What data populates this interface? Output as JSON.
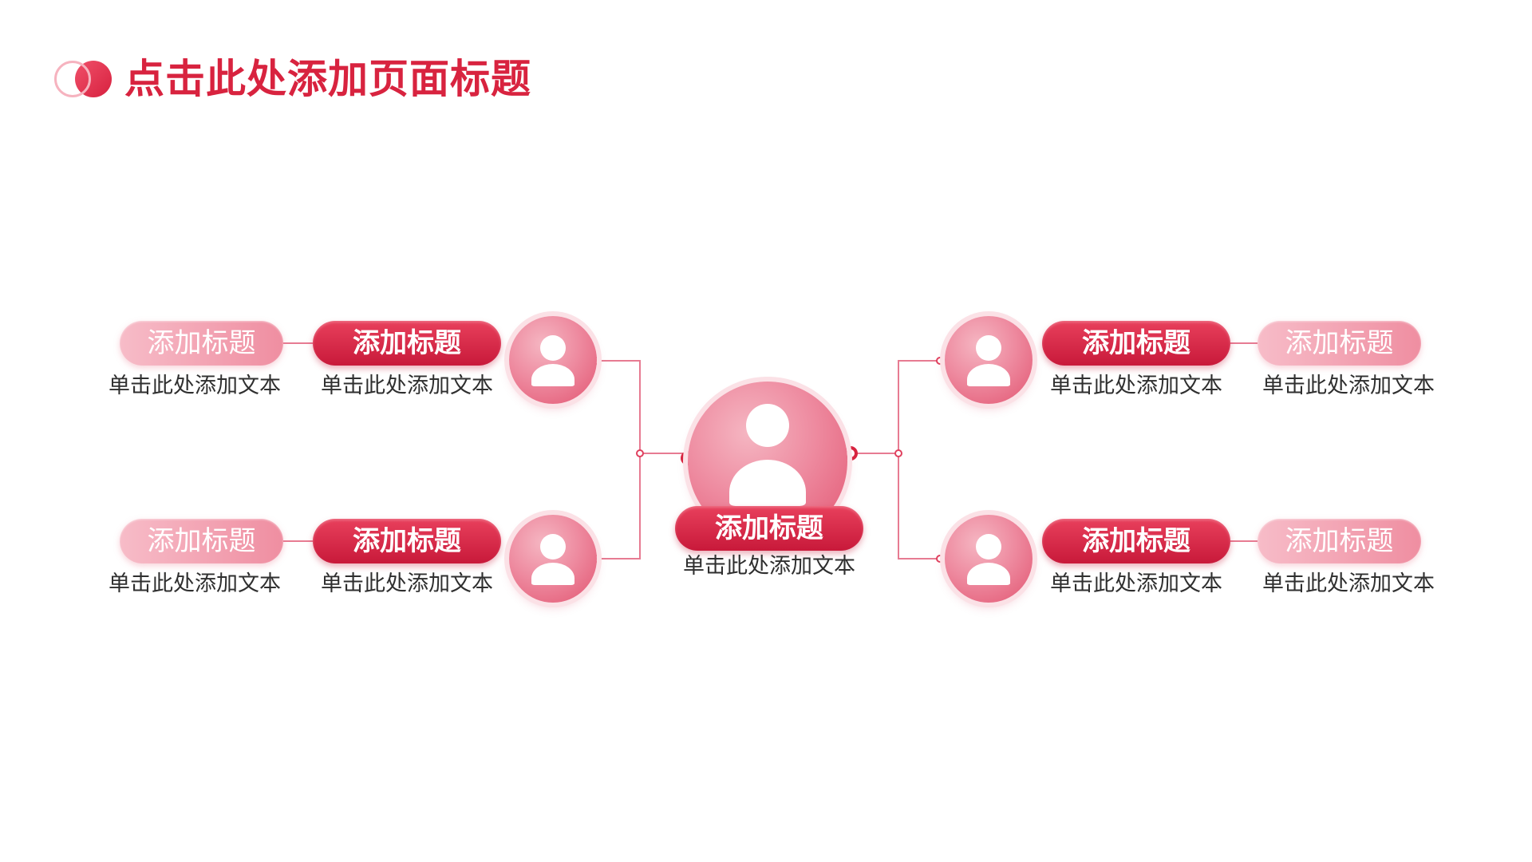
{
  "page": {
    "title": "点击此处添加页面标题"
  },
  "center": {
    "title": "添加标题",
    "text": "单击此处添加文本"
  },
  "nodes": [
    {
      "id": "top-left",
      "title": "添加标题",
      "text": "单击此处添加文本",
      "sub_title": "添加标题",
      "sub_text": "单击此处添加文本"
    },
    {
      "id": "bottom-left",
      "title": "添加标题",
      "text": "单击此处添加文本",
      "sub_title": "添加标题",
      "sub_text": "单击此处添加文本"
    },
    {
      "id": "top-right",
      "title": "添加标题",
      "text": "单击此处添加文本",
      "sub_title": "添加标题",
      "sub_text": "单击此处添加文本"
    },
    {
      "id": "bottom-right",
      "title": "添加标题",
      "text": "单击此处添加文本",
      "sub_title": "添加标题",
      "sub_text": "单击此处添加文本"
    }
  ],
  "colors": {
    "accent": "#d8233f",
    "light": "#ef8ea1",
    "line": "#e46a84"
  },
  "icons": {
    "node": "person-icon",
    "logo": "overlapping-circles-icon"
  }
}
